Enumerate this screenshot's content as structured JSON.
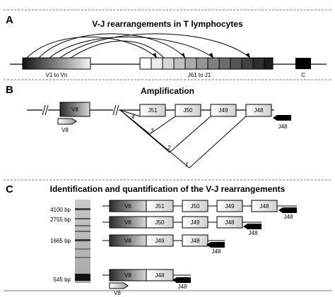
{
  "panel_a": {
    "letter": "A",
    "title": "V-J rearrangements in T lymphocytes",
    "v_label": "V1 to Vn",
    "j_label": "J61 to J1",
    "c_label": "C"
  },
  "panel_b": {
    "letter": "B",
    "title": "Amplification",
    "v_box": "V8",
    "v_primer": "V8",
    "j_boxes": [
      "J51",
      "J50",
      "J49",
      "J48"
    ],
    "j_primer": "J48",
    "loop_numbers": [
      "4",
      "3",
      "2",
      "1"
    ]
  },
  "panel_c": {
    "letter": "C",
    "title": "Identification and quantification of the V-J rearrangements",
    "ladder": [
      "4100 bp",
      "2755 bp",
      "1665 bp",
      "545 bp"
    ],
    "products": [
      {
        "v": "V8",
        "j": [
          "J51",
          "J50",
          "J49",
          "J48"
        ],
        "primer": "J48"
      },
      {
        "v": "V8",
        "j": [
          "J50",
          "J49",
          "J48"
        ],
        "primer": "J48"
      },
      {
        "v": "V8",
        "j": [
          "J49",
          "J48"
        ],
        "primer": "J48"
      },
      {
        "v": "V8",
        "j": [
          "J48"
        ],
        "primer": "J48"
      }
    ],
    "v_primer": "V8"
  }
}
